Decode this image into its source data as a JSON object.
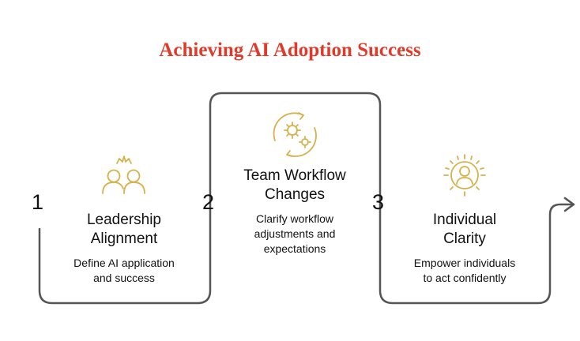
{
  "title": "Achieving AI Adoption Success",
  "colors": {
    "title": "#e03b2a",
    "icon": "#d4b24c",
    "path": "#555555"
  },
  "steps": [
    {
      "number": "1",
      "title_line1": "Leadership",
      "title_line2": "Alignment",
      "desc_line1": "Define AI application",
      "desc_line2": "and success",
      "icon": "leaders-group-icon"
    },
    {
      "number": "2",
      "title_line1": "Team Workflow",
      "title_line2": "Changes",
      "desc_line1": "Clarify workflow",
      "desc_line2": "adjustments and",
      "desc_line3": "expectations",
      "icon": "gears-cycle-icon"
    },
    {
      "number": "3",
      "title_line1": "Individual",
      "title_line2": "Clarity",
      "desc_line1": "Empower individuals",
      "desc_line2": "to act confidently",
      "icon": "radiant-person-icon"
    }
  ]
}
